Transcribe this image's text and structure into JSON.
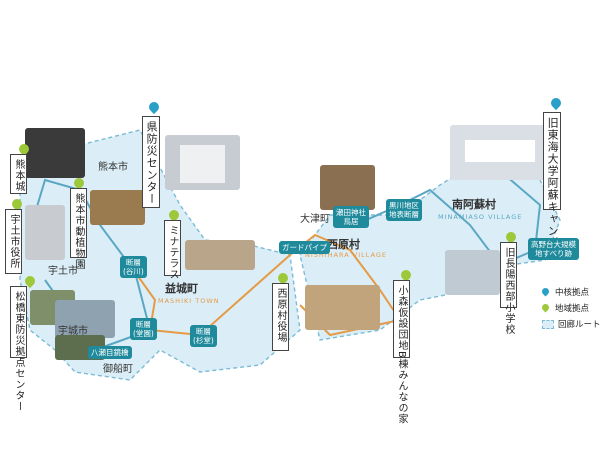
{
  "regions": {
    "mashiki": {
      "name": "益城町",
      "en": "MASHIKI TOWN",
      "color": "#e59a45"
    },
    "nishihara": {
      "name": "西原村",
      "en": "NISHIHARA VILLAGE",
      "color": "#e59a45"
    },
    "minamiaso": {
      "name": "南阿蘇村",
      "en": "MINAMIASO VILLAGE",
      "color": "#5aa7c4"
    }
  },
  "towns": {
    "kumamoto": "熊本市",
    "uto": "宇土市",
    "uki": "宇城市",
    "mifune": "御船町",
    "ozu": "大津町"
  },
  "spots": {
    "tokai": "旧東海大学阿蘇キャンパス",
    "bosai": "県防災センター",
    "kumamoto_castle": "熊本城",
    "zoo": "熊本市動植物園",
    "uto_office": "宇土市役所",
    "matsubase": "松橋東防災拠点センター",
    "minaterasu": "ミナテラス",
    "nishihara_office": "西原村役場",
    "komori": "小森仮設団地B棟みんなの家",
    "nagayo_school": "旧長陽西部小学校"
  },
  "tags": {
    "dantai_tanigawa": "断層\n(谷川)",
    "dantai_dogaki": "断層\n(堂園)",
    "dantai_sugido": "断層\n(杉堂)",
    "guardpipe": "ガードパイプ",
    "senda": "瀬田神社\n鳥居",
    "kurokawa": "黒川地区\n地表断層",
    "takanodai": "高野台大規模\n地すべり跡",
    "yase_tsuba": "八瀬目鏡橋"
  },
  "legend": {
    "core": "中核拠点",
    "local": "地域拠点",
    "route": "回廊ルート"
  },
  "colors": {
    "route_fill": "#dbeef7",
    "route_dash": "#7bbbd6",
    "tag": "#1e8a9c",
    "pin_core": "#2aa0c8",
    "pin_local": "#9cc83a"
  }
}
